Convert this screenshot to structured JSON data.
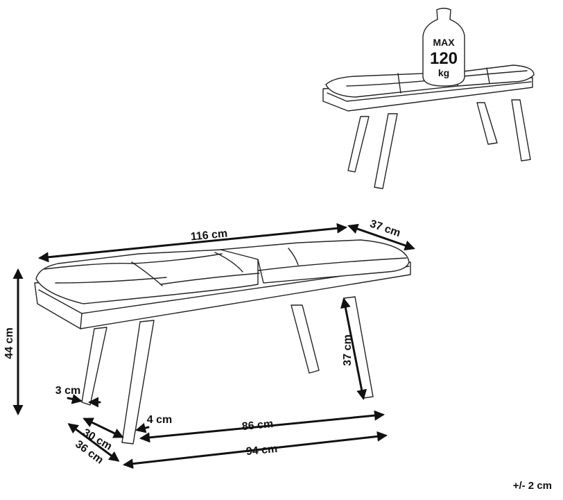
{
  "weight_badge": {
    "max_label": "MAX",
    "value": "120",
    "unit": "kg"
  },
  "dimensions": {
    "length": "116 cm",
    "depth": "37 cm",
    "height": "44 cm",
    "leg_height": "37 cm",
    "leg_width_top": "3 cm",
    "leg_width_bottom": "4 cm",
    "leg_span_front_inner": "86 cm",
    "leg_span_front_outer": "94 cm",
    "leg_span_side_inner": "30 cm",
    "leg_span_side_outer": "36 cm"
  },
  "tolerance": "+/- 2 cm"
}
